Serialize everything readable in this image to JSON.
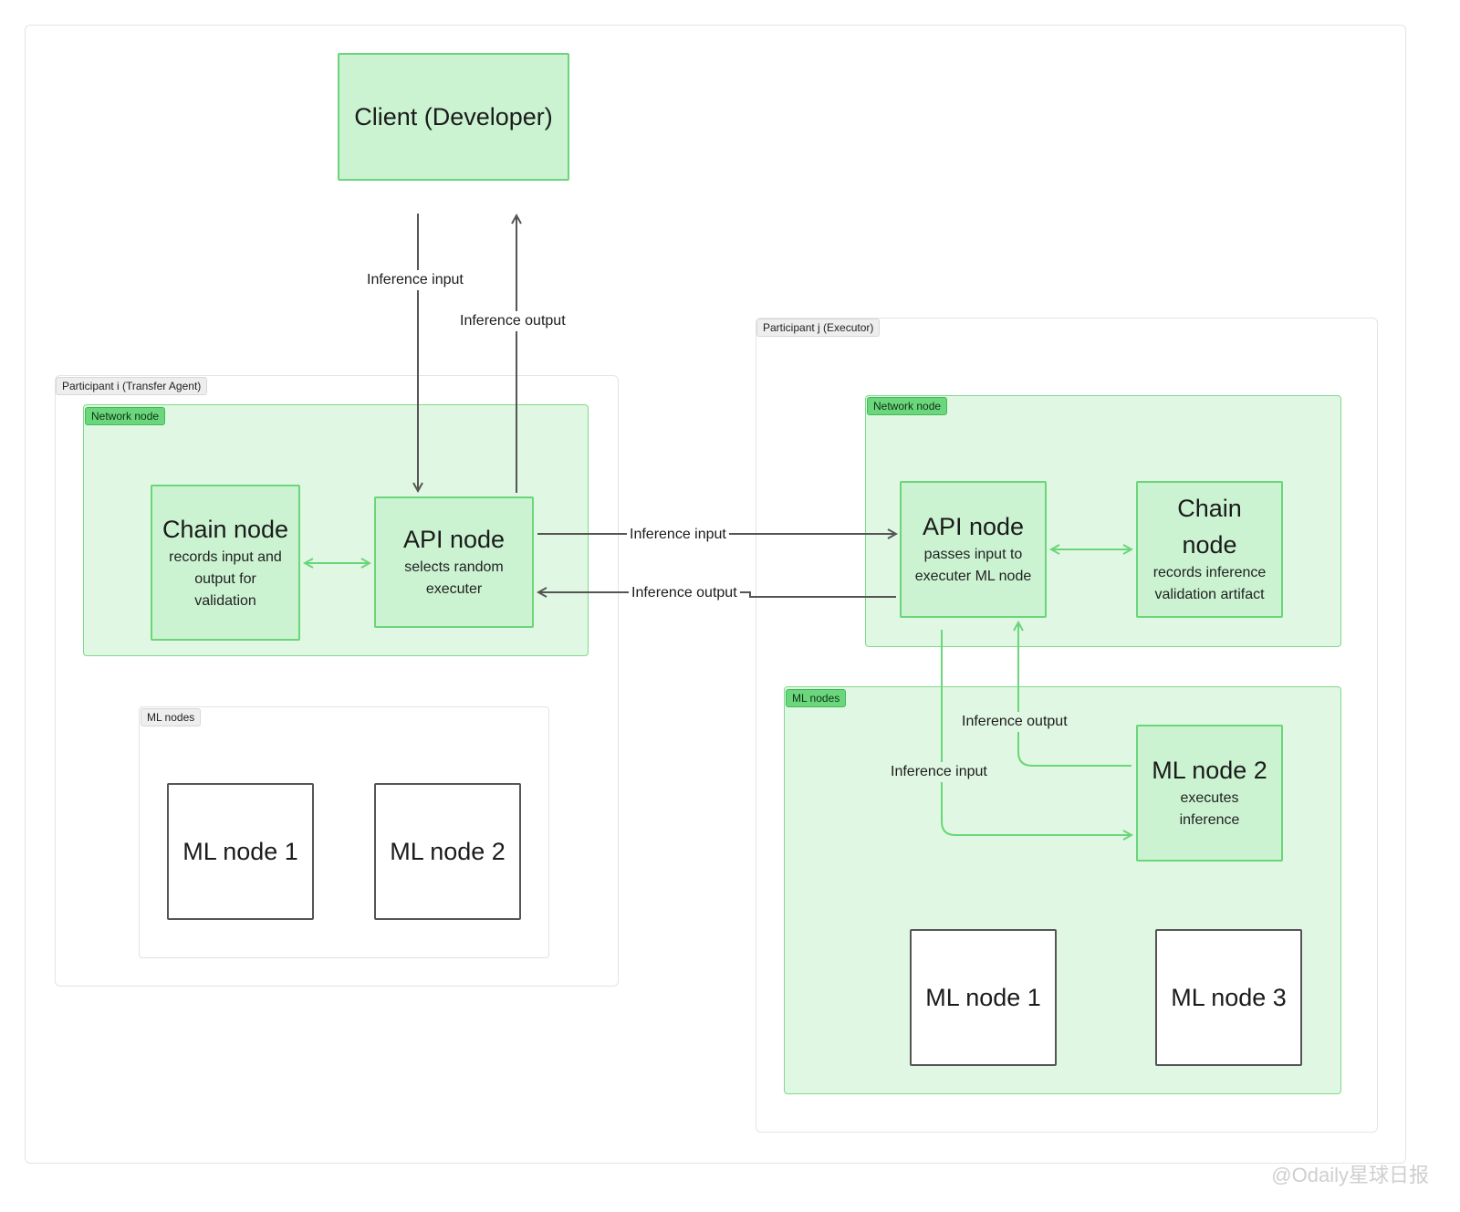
{
  "client": {
    "title": "Client (Developer)"
  },
  "participant_i": {
    "label": "Participant i (Transfer Agent)",
    "network": {
      "label": "Network node",
      "chain_node": {
        "title": "Chain node",
        "desc_lines": [
          "records input and",
          "output for",
          "validation"
        ]
      },
      "api_node": {
        "title": "API node",
        "desc_lines": [
          "selects random",
          "executer"
        ]
      }
    },
    "ml": {
      "label": "ML nodes",
      "node1": {
        "title": "ML node 1"
      },
      "node2": {
        "title": "ML node 2"
      }
    }
  },
  "participant_j": {
    "label": "Participant j (Executor)",
    "network": {
      "label": "Network node",
      "api_node": {
        "title": "API node",
        "desc_lines": [
          "passes input to",
          "executer ML node"
        ]
      },
      "chain_node": {
        "title_lines": [
          "Chain",
          "node"
        ],
        "desc_lines": [
          "records inference",
          "validation artifact"
        ]
      }
    },
    "ml": {
      "label": "ML nodes",
      "node2": {
        "title": "ML node 2",
        "desc_lines": [
          "executes",
          "inference"
        ]
      },
      "node1": {
        "title": "ML node 1"
      },
      "node3": {
        "title": "ML node 3"
      }
    }
  },
  "edges": {
    "client_to_api_i": "Inference input",
    "api_i_to_client": "Inference output",
    "api_i_to_api_j": "Inference input",
    "api_j_to_api_i": "Inference output",
    "api_j_to_ml2": "Inference input",
    "ml2_to_api_j": "Inference output"
  },
  "watermark": "@Odaily星球日报",
  "colors": {
    "green_fill": "#cbf3d1",
    "green_border": "#6ad579",
    "group_fill": "#e0f8e3",
    "arrow_grey": "#555555",
    "arrow_green": "#6ad579"
  }
}
